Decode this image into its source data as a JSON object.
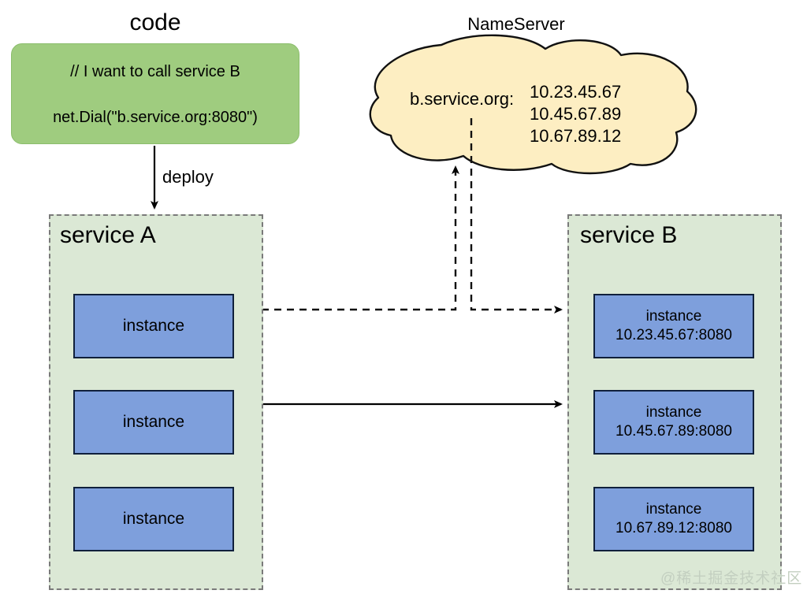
{
  "diagram": {
    "title_code": "code",
    "title_nameserver": "NameServer",
    "watermark": "@稀土掘金技术社区",
    "colors": {
      "code_box": "#9fcc7f",
      "service_box": "#dbe8d5",
      "instance_box": "#7e9fdc",
      "cloud": "#fdeec2",
      "stroke": "#000000",
      "dashed_border": "#7a7a7a",
      "watermark": "#c3cfc0"
    }
  },
  "code": {
    "title": "code",
    "lines": [
      "// I want to call service B",
      "net.Dial(\"b.service.org:8080\")"
    ]
  },
  "edges": {
    "deploy_label": "deploy"
  },
  "nameserver": {
    "title": "NameServer",
    "domain": "b.service.org:",
    "ips": [
      "10.23.45.67",
      "10.45.67.89",
      "10.67.89.12"
    ]
  },
  "service_a": {
    "title": "service A",
    "instances": [
      {
        "label": "instance",
        "address": ""
      },
      {
        "label": "instance",
        "address": ""
      },
      {
        "label": "instance",
        "address": ""
      }
    ]
  },
  "service_b": {
    "title": "service B",
    "instances": [
      {
        "label": "instance",
        "address": "10.23.45.67:8080"
      },
      {
        "label": "instance",
        "address": "10.45.67.89:8080"
      },
      {
        "label": "instance",
        "address": "10.67.89.12:8080"
      }
    ]
  }
}
